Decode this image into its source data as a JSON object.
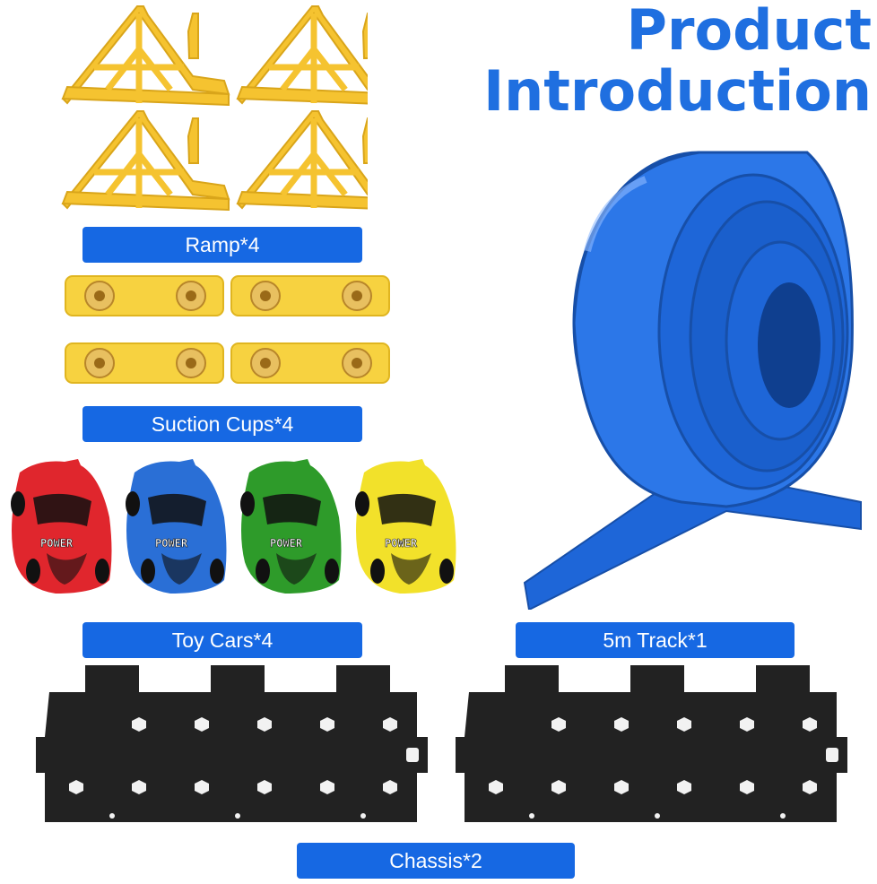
{
  "title": {
    "line1": "Product",
    "line2": "Introduction"
  },
  "labels": {
    "ramp": "Ramp*4",
    "suction": "Suction Cups*4",
    "cars": "Toy Cars*4",
    "track": "5m Track*1",
    "chassis": "Chassis*2"
  },
  "car_text": "POWER",
  "colors": {
    "title": "#1f6fe0",
    "label_bg": "#1668e3",
    "ramp": "#f5c330",
    "suction_plate": "#f7d240",
    "track": "#1e66d8",
    "chassis": "#222222",
    "cars": [
      "#e0262d",
      "#2a6fd6",
      "#2e9b2a",
      "#f2e12a"
    ]
  },
  "icons": [
    "ramp-icon",
    "suction-cup-icon",
    "toy-car-icon",
    "track-roll-icon",
    "chassis-icon"
  ]
}
